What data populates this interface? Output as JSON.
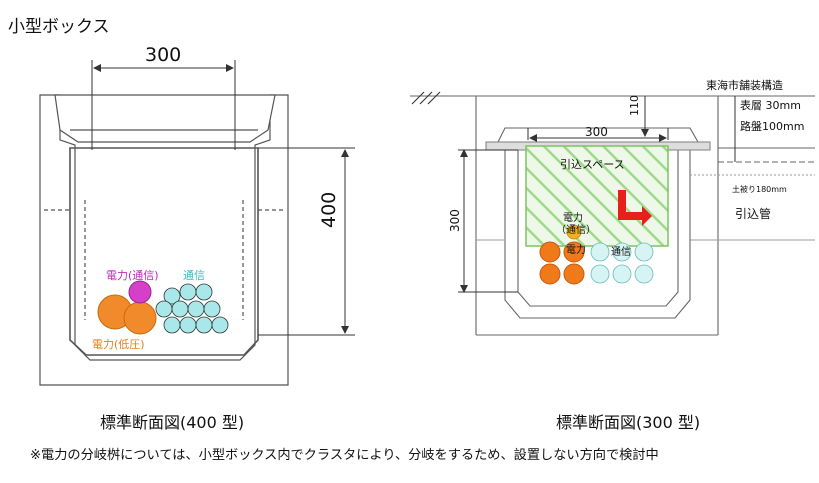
{
  "page": {
    "title": "小型ボックス",
    "note": "※電力の分岐桝については、小型ボックス内でクラスタにより、分岐をするため、設置しない方向で検討中"
  },
  "left_diagram": {
    "caption": "標準断面図(400 型)",
    "width_dim": "300",
    "height_dim": "400",
    "label_power_comm": "電力(通信)",
    "label_comm": "通信",
    "label_power_low": "電力(低圧)"
  },
  "right_diagram": {
    "caption": "標準断面図(300 型)",
    "width_dim": "300",
    "depth_dim": "110",
    "height_dim": "300",
    "label_road": "東海市舗装構造",
    "label_surface": "表層 30mm",
    "label_base": "路盤100mm",
    "label_soil": "土被り180mm",
    "label_duct": "引込管",
    "label_space": "引込スペース",
    "label_power_comm": "電力",
    "label_power_comm2": "（通信）",
    "label_power": "電力",
    "label_comm": "通信"
  },
  "colors": {
    "orange": "#f08a2a",
    "magenta": "#d63fc8",
    "cyan": "#a9e8ea",
    "green_hatch": "#9fd98a",
    "red_arrow": "#e8201c",
    "line": "#555555"
  }
}
